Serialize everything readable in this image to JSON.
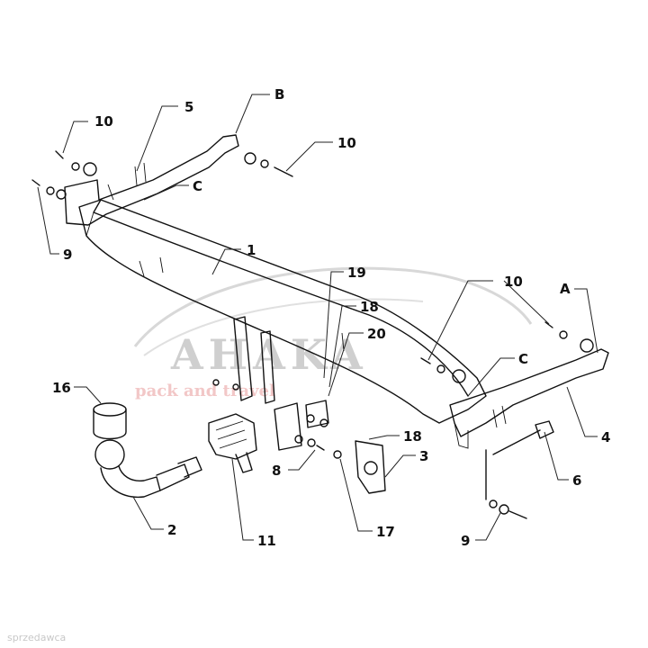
{
  "watermark": {
    "brand": "AHAKA",
    "tagline": "pack and travel"
  },
  "footer_text": "sprzedawca",
  "callouts": [
    {
      "id": "c-10-a",
      "text": "10"
    },
    {
      "id": "c-5",
      "text": "5"
    },
    {
      "id": "c-B",
      "text": "B"
    },
    {
      "id": "c-10-b",
      "text": "10"
    },
    {
      "id": "c-C-a",
      "text": "C"
    },
    {
      "id": "c-9-a",
      "text": "9"
    },
    {
      "id": "c-1",
      "text": "1"
    },
    {
      "id": "c-19",
      "text": "19"
    },
    {
      "id": "c-10-c",
      "text": "10"
    },
    {
      "id": "c-A",
      "text": "A"
    },
    {
      "id": "c-18-a",
      "text": "18"
    },
    {
      "id": "c-20",
      "text": "20"
    },
    {
      "id": "c-C-b",
      "text": "C"
    },
    {
      "id": "c-16",
      "text": "16"
    },
    {
      "id": "c-4",
      "text": "4"
    },
    {
      "id": "c-18-b",
      "text": "18"
    },
    {
      "id": "c-3",
      "text": "3"
    },
    {
      "id": "c-6",
      "text": "6"
    },
    {
      "id": "c-8",
      "text": "8"
    },
    {
      "id": "c-2",
      "text": "2"
    },
    {
      "id": "c-11",
      "text": "11"
    },
    {
      "id": "c-17",
      "text": "17"
    },
    {
      "id": "c-9-b",
      "text": "9"
    }
  ]
}
